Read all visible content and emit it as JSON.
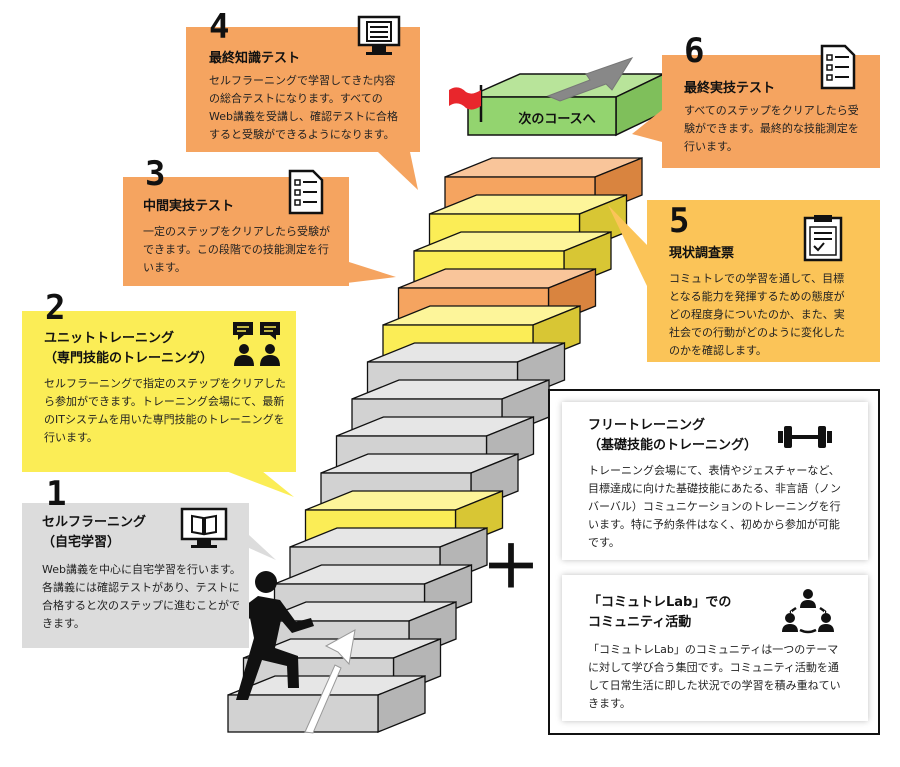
{
  "steps": {
    "s1": {
      "number": "1",
      "title1": "セルフラーニング",
      "title2": "（自宅学習）",
      "desc": "Web講義を中心に自宅学習を行います。各講義には確認テストがあり、テストに合格すると次のステップに進むことができます。"
    },
    "s2": {
      "number": "2",
      "title1": "ユニットトレーニング",
      "title2": "（専門技能のトレーニング）",
      "desc": "セルフラーニングで指定のステップをクリアしたら参加ができます。トレーニング会場にて、最新のITシステムを用いた専門技能のトレーニングを行います。"
    },
    "s3": {
      "number": "3",
      "title1": "中間実技テスト",
      "desc": "一定のステップをクリアしたら受験ができます。この段階での技能測定を行います。"
    },
    "s4": {
      "number": "4",
      "title1": "最終知識テスト",
      "desc": "セルフラーニングで学習してきた内容の総合テストになります。すべてのWeb講義を受講し、確認テストに合格すると受験ができるようになります。"
    },
    "s5": {
      "number": "5",
      "title1": "現状調査票",
      "desc": "コミュトレでの学習を通して、目標となる能力を発揮するための態度がどの程度身についたのか、また、実社会での行動がどのように変化したのかを確認します。"
    },
    "s6": {
      "number": "6",
      "title1": "最終実技テスト",
      "desc": "すべてのステップをクリアしたら受験ができます。最終的な技能測定を行います。"
    }
  },
  "goal_label": "次のコースへ",
  "plus_sign": "＋",
  "extras": {
    "free": {
      "title1": "フリートレーニング",
      "title2": "（基礎技能のトレーニング）",
      "desc": "トレーニング会場にて、表情やジェスチャーなど、目標達成に向けた基礎技能にあたる、非言語（ノンバーバル）コミュニケーションのトレーニングを行います。特に予約条件はなく、初めから参加が可能です。"
    },
    "lab": {
      "title1": "「コミュトレLab」での",
      "title2": "コミュニティ活動",
      "desc": "「コミュトレLab」のコミュニティは一つのテーマに対して学び合う集団です。コミュニティ活動を通して日常生活に即した状況での学習を積み重ねていきます。"
    }
  },
  "colors": {
    "gray": "#dcdcdc",
    "yellow": "#fbed56",
    "orange": "#f5a460",
    "light_orange": "#fbc458",
    "green": "#93d46f",
    "dark": "#111111"
  },
  "icons": [
    "computer-book-icon",
    "chat-people-icon",
    "checklist-icon",
    "clipboard-icon",
    "dumbbell-icon",
    "community-icon",
    "running-person-icon",
    "flag-icon",
    "arrow-up-icon"
  ]
}
